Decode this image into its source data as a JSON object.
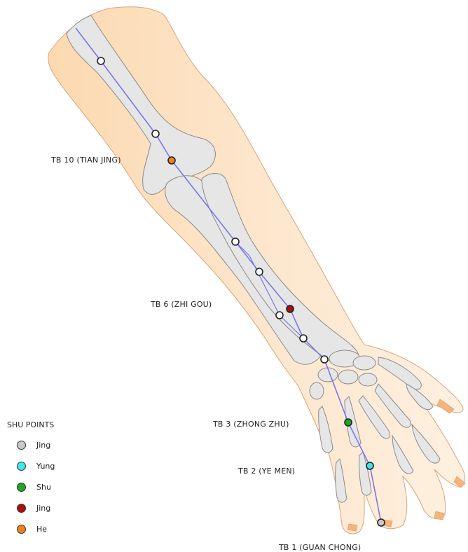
{
  "labels": {
    "tb10": "TB 10 (TIAN JING)",
    "tb6": "TB 6 (ZHI GOU)",
    "tb3": "TB 3 (ZHONG ZHU)",
    "tb2": "TB 2 (YE MEN)",
    "tb1": "TB 1 (GUAN CHONG)"
  },
  "legend": {
    "title": "SHU POINTS",
    "items": [
      {
        "label": "Jing",
        "color": "#c8c8c8"
      },
      {
        "label": "Yung",
        "color": "#3fe6ee"
      },
      {
        "label": "Shu",
        "color": "#1fa81f"
      },
      {
        "label": "Jing",
        "color": "#a81010"
      },
      {
        "label": "He",
        "color": "#f0821e"
      }
    ]
  },
  "colors": {
    "skin": "#fde7cc",
    "skin_edge": "#d9a57a",
    "bone": "#e6e6e6",
    "bone_edge": "#8a8a8a",
    "meridian": "#7878ea",
    "nail": "#f5b47a"
  }
}
